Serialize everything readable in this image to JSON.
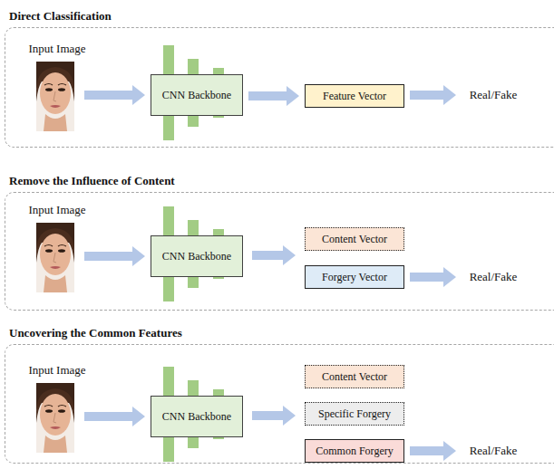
{
  "diagram": {
    "nodes": [
      {
        "text": [
          "Direct Classification"
        ]
      },
      {
        "text": [
          "Input Image"
        ],
        "in": 0
      },
      {
        "text": [
          "CNN Backbone"
        ],
        "in": 0
      },
      {
        "text": [
          "Feature Vector"
        ],
        "in": 0
      },
      {
        "text": [
          "Real/Fake"
        ],
        "in": 0
      },
      {
        "text": [
          "Remove the Influence of Content"
        ]
      },
      {
        "text": [
          "Input Image"
        ],
        "in": 5
      },
      {
        "text": [
          "CNN Backbone"
        ],
        "in": 5
      },
      {
        "text": [
          "Content Vector"
        ],
        "in": 5
      },
      {
        "text": [
          "Forgery Vector"
        ],
        "in": 5
      },
      {
        "text": [
          "Real/Fake"
        ],
        "in": 5
      },
      {
        "text": [
          "Uncovering the Common Features"
        ]
      },
      {
        "text": [
          "Input Image"
        ],
        "in": 11
      },
      {
        "text": [
          "CNN Backbone"
        ],
        "in": 11
      },
      {
        "text": [
          "Content Vector"
        ],
        "in": 11
      },
      {
        "text": [
          "Specific Forgery"
        ],
        "in": 11
      },
      {
        "text": [
          "Common Forgery"
        ],
        "in": 11
      },
      {
        "text": [
          "Real/Fake"
        ],
        "in": 11
      }
    ],
    "edges": [
      {
        "from": 1,
        "to": 2,
        "arrow": "to"
      },
      {
        "from": 2,
        "to": 3,
        "arrow": "to"
      },
      {
        "from": 3,
        "to": 4,
        "arrow": "to"
      },
      {
        "from": 6,
        "to": 7,
        "arrow": "to"
      },
      {
        "from": 9,
        "to": 10,
        "arrow": "to"
      },
      {
        "from": 12,
        "to": 13,
        "arrow": "to"
      },
      {
        "from": 16,
        "to": 17,
        "arrow": "to"
      }
    ]
  }
}
